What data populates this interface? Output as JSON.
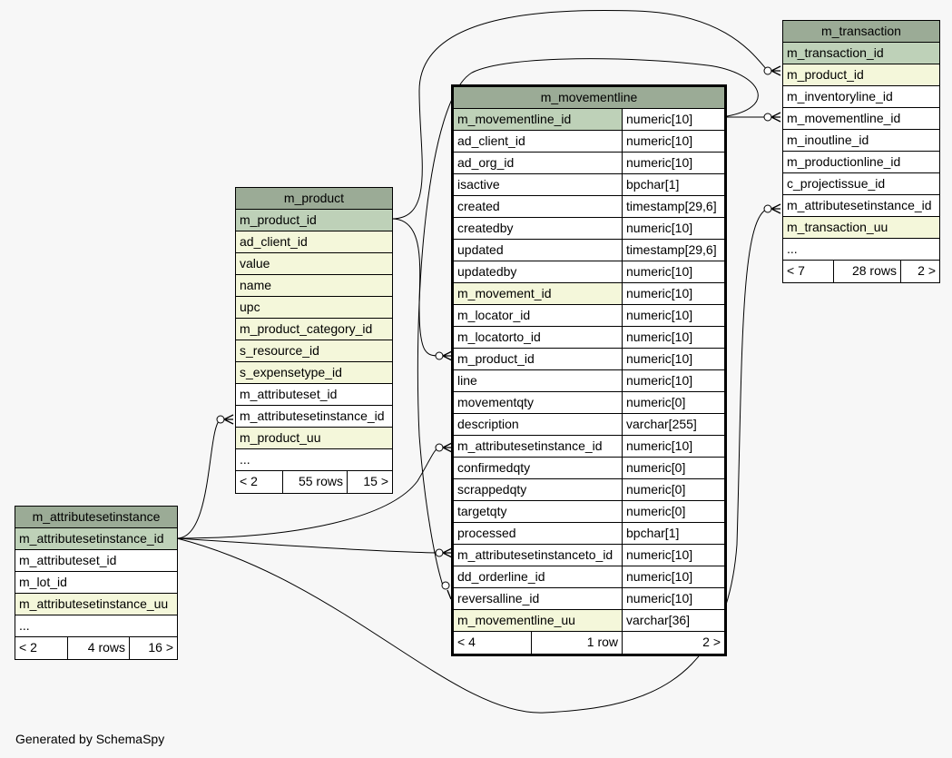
{
  "tables": {
    "m_transaction": {
      "title": "m_transaction",
      "rows": [
        {
          "name": "m_transaction_id",
          "kind": "pk"
        },
        {
          "name": "m_product_id",
          "kind": "uq"
        },
        {
          "name": "m_inventoryline_id",
          "kind": ""
        },
        {
          "name": "m_movementline_id",
          "kind": ""
        },
        {
          "name": "m_inoutline_id",
          "kind": ""
        },
        {
          "name": "m_productionline_id",
          "kind": ""
        },
        {
          "name": "c_projectissue_id",
          "kind": ""
        },
        {
          "name": "m_attributesetinstance_id",
          "kind": ""
        },
        {
          "name": "m_transaction_uu",
          "kind": "uq"
        },
        {
          "name": "...",
          "kind": ""
        }
      ],
      "footer": [
        "< 7",
        "28 rows",
        "2 >"
      ]
    },
    "m_movementline": {
      "title": "m_movementline",
      "rows": [
        {
          "name": "m_movementline_id",
          "type": "numeric[10]",
          "kind": "pk"
        },
        {
          "name": "ad_client_id",
          "type": "numeric[10]",
          "kind": ""
        },
        {
          "name": "ad_org_id",
          "type": "numeric[10]",
          "kind": ""
        },
        {
          "name": "isactive",
          "type": "bpchar[1]",
          "kind": ""
        },
        {
          "name": "created",
          "type": "timestamp[29,6]",
          "kind": ""
        },
        {
          "name": "createdby",
          "type": "numeric[10]",
          "kind": ""
        },
        {
          "name": "updated",
          "type": "timestamp[29,6]",
          "kind": ""
        },
        {
          "name": "updatedby",
          "type": "numeric[10]",
          "kind": ""
        },
        {
          "name": "m_movement_id",
          "type": "numeric[10]",
          "kind": "uq"
        },
        {
          "name": "m_locator_id",
          "type": "numeric[10]",
          "kind": ""
        },
        {
          "name": "m_locatorto_id",
          "type": "numeric[10]",
          "kind": ""
        },
        {
          "name": "m_product_id",
          "type": "numeric[10]",
          "kind": ""
        },
        {
          "name": "line",
          "type": "numeric[10]",
          "kind": ""
        },
        {
          "name": "movementqty",
          "type": "numeric[0]",
          "kind": ""
        },
        {
          "name": "description",
          "type": "varchar[255]",
          "kind": ""
        },
        {
          "name": "m_attributesetinstance_id",
          "type": "numeric[10]",
          "kind": ""
        },
        {
          "name": "confirmedqty",
          "type": "numeric[0]",
          "kind": ""
        },
        {
          "name": "scrappedqty",
          "type": "numeric[0]",
          "kind": ""
        },
        {
          "name": "targetqty",
          "type": "numeric[0]",
          "kind": ""
        },
        {
          "name": "processed",
          "type": "bpchar[1]",
          "kind": ""
        },
        {
          "name": "m_attributesetinstanceto_id",
          "type": "numeric[10]",
          "kind": ""
        },
        {
          "name": "dd_orderline_id",
          "type": "numeric[10]",
          "kind": ""
        },
        {
          "name": "reversalline_id",
          "type": "numeric[10]",
          "kind": ""
        },
        {
          "name": "m_movementline_uu",
          "type": "varchar[36]",
          "kind": "uq"
        }
      ],
      "footer": [
        "< 4",
        "1 row",
        "2 >"
      ]
    },
    "m_product": {
      "title": "m_product",
      "rows": [
        {
          "name": "m_product_id",
          "kind": "pk"
        },
        {
          "name": "ad_client_id",
          "kind": "uq"
        },
        {
          "name": "value",
          "kind": "uq"
        },
        {
          "name": "name",
          "kind": "uq"
        },
        {
          "name": "upc",
          "kind": "uq"
        },
        {
          "name": "m_product_category_id",
          "kind": "uq"
        },
        {
          "name": "s_resource_id",
          "kind": "uq"
        },
        {
          "name": "s_expensetype_id",
          "kind": "uq"
        },
        {
          "name": "m_attributeset_id",
          "kind": ""
        },
        {
          "name": "m_attributesetinstance_id",
          "kind": ""
        },
        {
          "name": "m_product_uu",
          "kind": "uq"
        },
        {
          "name": "...",
          "kind": ""
        }
      ],
      "footer": [
        "< 2",
        "55 rows",
        "15 >"
      ]
    },
    "m_attributesetinstance": {
      "title": "m_attributesetinstance",
      "rows": [
        {
          "name": "m_attributesetinstance_id",
          "kind": "pk"
        },
        {
          "name": "m_attributeset_id",
          "kind": ""
        },
        {
          "name": "m_lot_id",
          "kind": ""
        },
        {
          "name": "m_attributesetinstance_uu",
          "kind": "uq"
        },
        {
          "name": "...",
          "kind": ""
        }
      ],
      "footer": [
        "< 2",
        "4 rows",
        "16 >"
      ]
    }
  },
  "credit": "Generated by SchemaSpy",
  "colors": {
    "header": "#9bab96",
    "primary_key": "#bed1b8",
    "unique": "#f4f7da",
    "background": "#f7f7f7"
  }
}
